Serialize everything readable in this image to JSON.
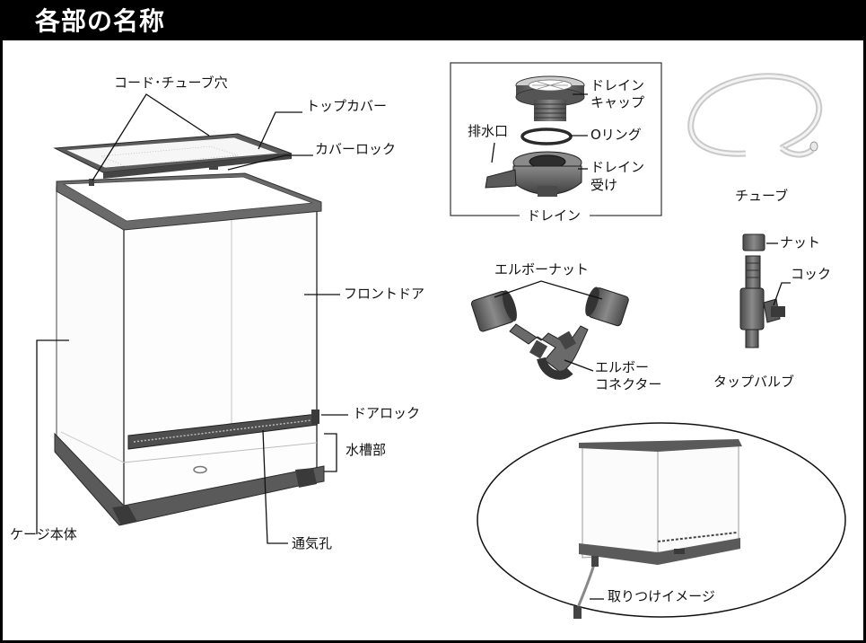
{
  "title": "各部の名称",
  "labels": {
    "cord_tube_hole": "コード･チューブ穴",
    "top_cover": "トップカバー",
    "cover_lock": "カバーロック",
    "front_door": "フロントドア",
    "cage_body": "ケージ本体",
    "door_lock": "ドアロック",
    "water_tank": "水槽部",
    "vent": "通気孔",
    "drain_cap_1": "ドレイン",
    "drain_cap_2": "キャップ",
    "drain_outlet": "排水口",
    "o_ring": "Oリング",
    "drain_recv_1": "ドレイン",
    "drain_recv_2": "受け",
    "drain": "ドレイン",
    "tube": "チューブ",
    "elbow_nut": "エルボーナット",
    "elbow_conn_1": "エルボー",
    "elbow_conn_2": "コネクター",
    "nut": "ナット",
    "cock": "コック",
    "tap_valve": "タップバルブ",
    "mount_image": "取りつけイメージ"
  },
  "colors": {
    "frame": "#5a5a5a",
    "frame_dark": "#3a3a3a",
    "line": "#111111"
  }
}
